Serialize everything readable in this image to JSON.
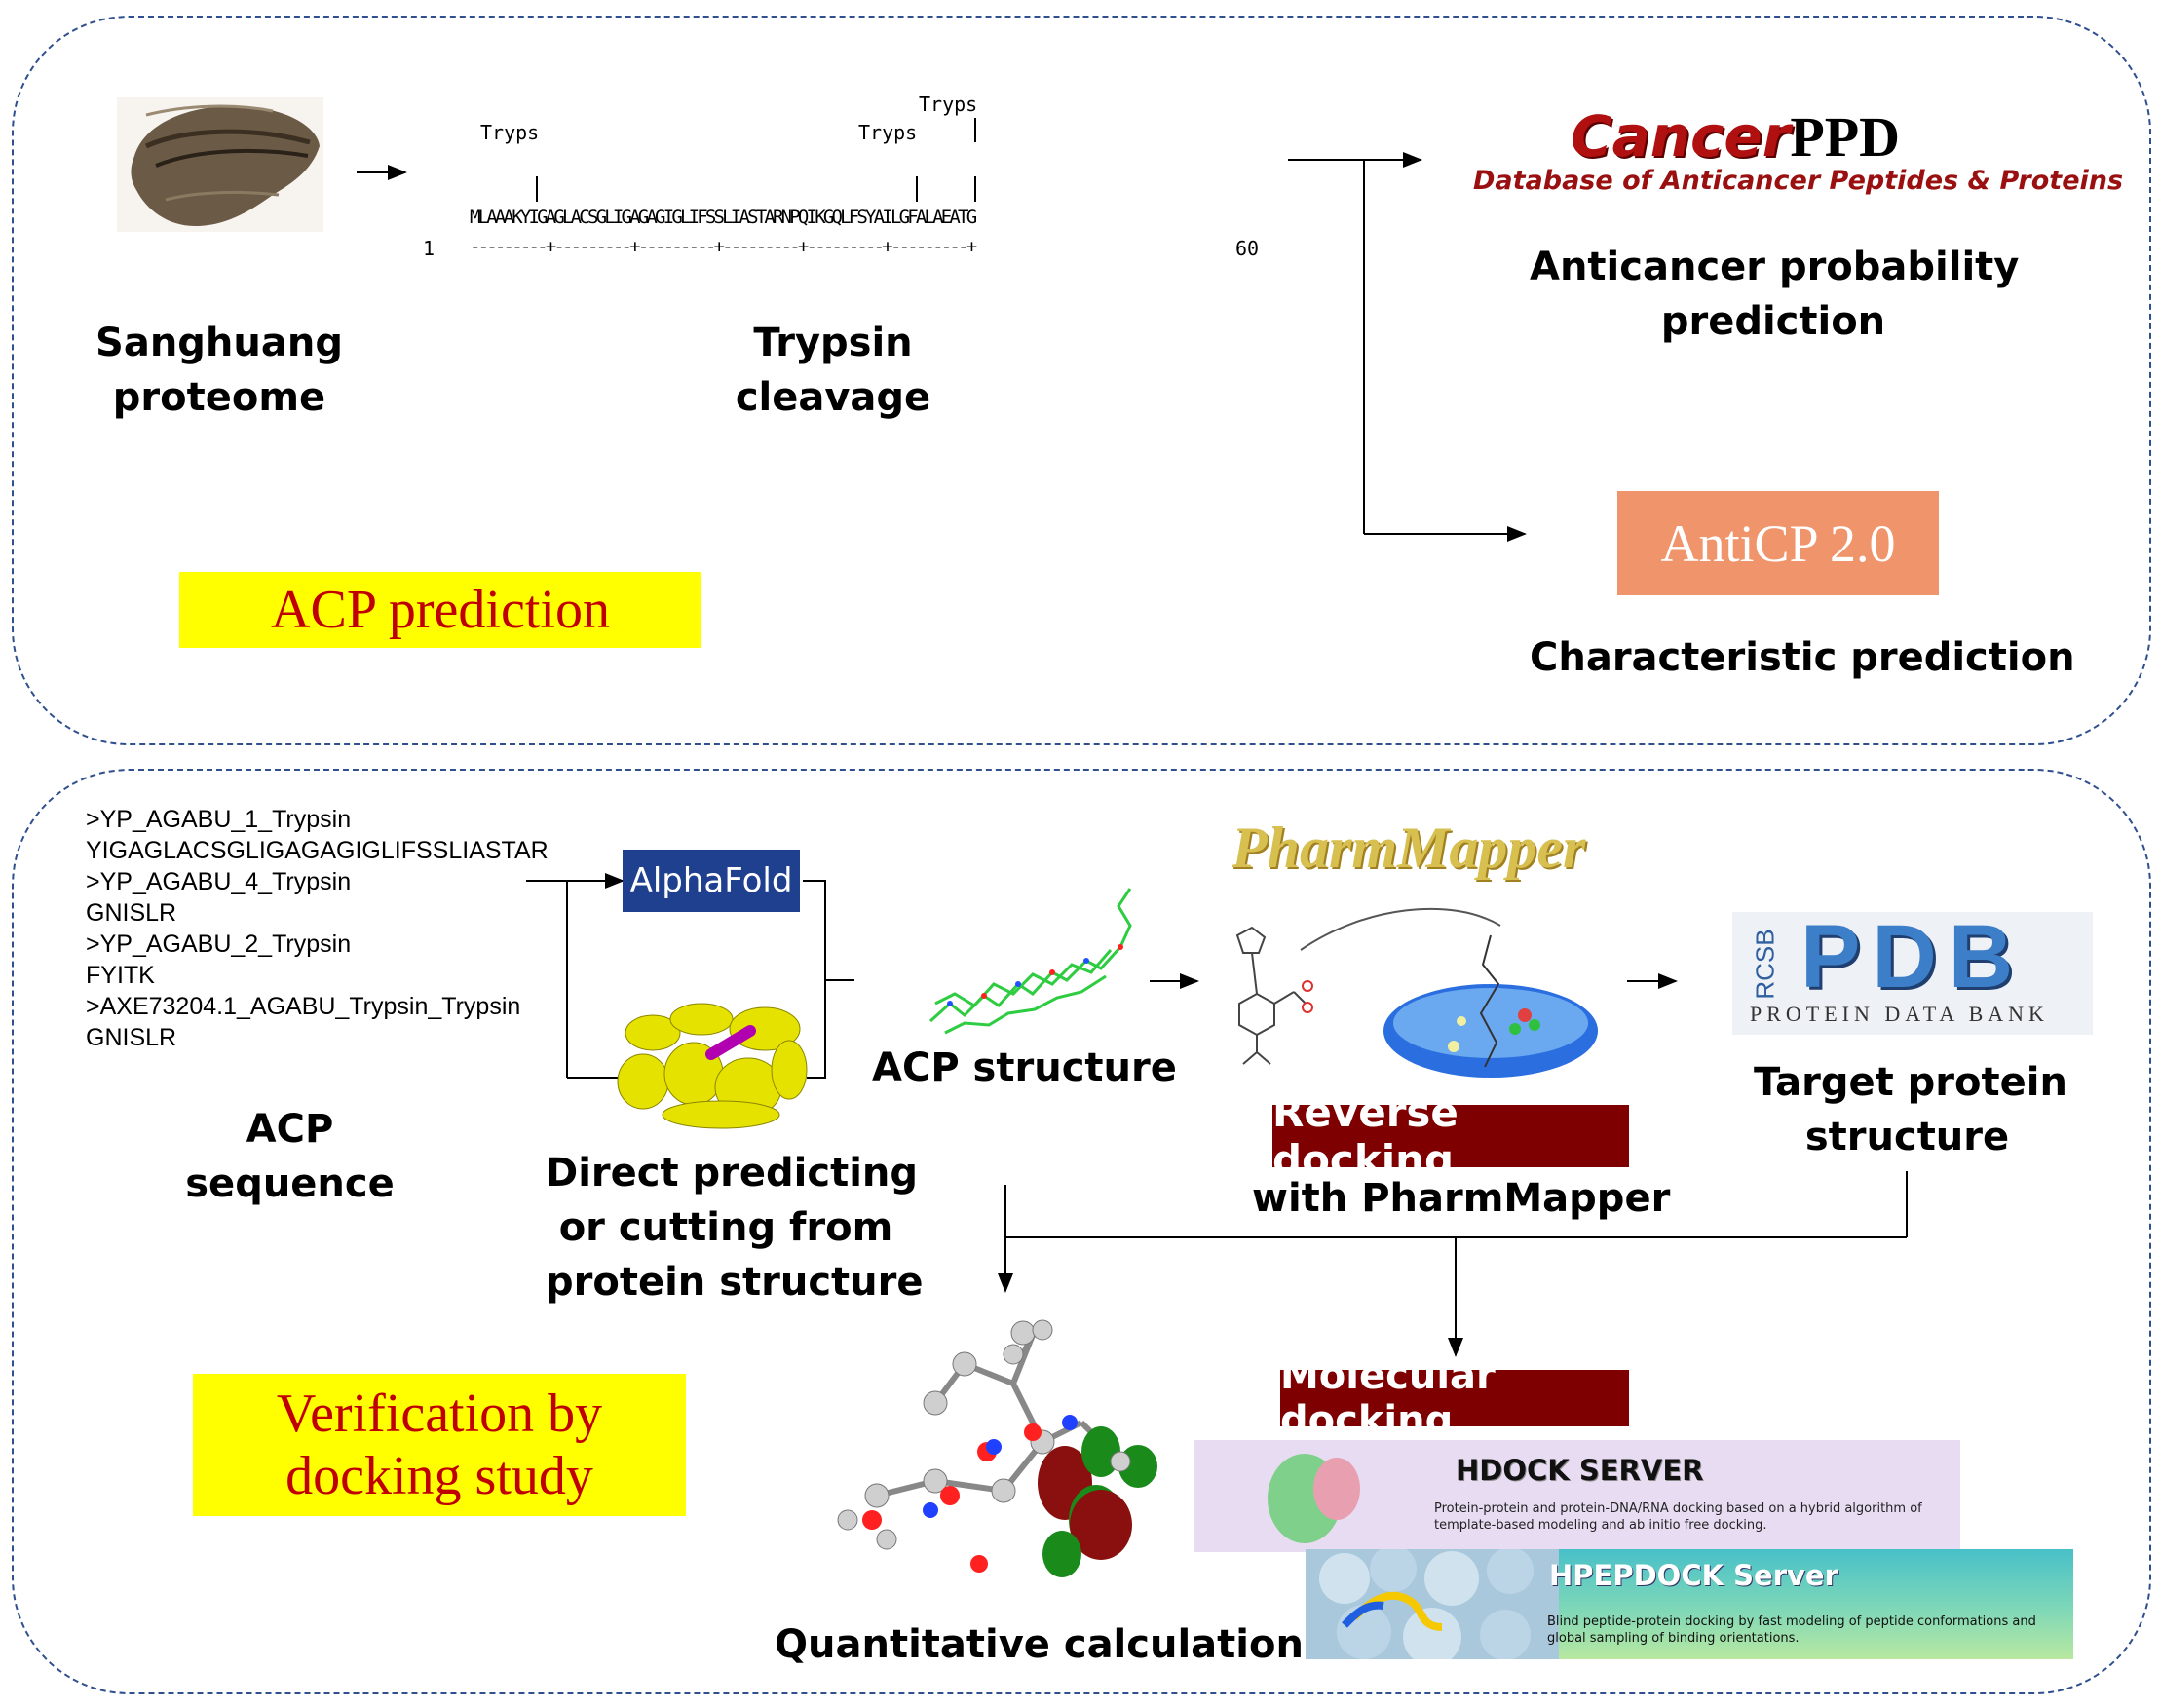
{
  "top": {
    "sanghuang_label": "Sanghuang\nproteome",
    "trypsin_label": "Trypsin\ncleavage",
    "tryps_1": "Tryps",
    "tryps_2": "Tryps",
    "tryps_3": "Tryps",
    "sequence": "MLAAAKYIGAGLACSGLIGAGAGIGLIFSSLIASTARNPQIKGQLFSYAILGFALAEATG",
    "ruler": "---------+---------+---------+---------+---------+---------+",
    "pos_start": "1",
    "pos_end": "60",
    "cancerppd_logo_a": "Cancer",
    "cancerppd_logo_b": "PPD",
    "cancerppd_subtitle": "Database of Anticancer Peptides & Proteins",
    "anticancer_label": "Anticancer probability\nprediction",
    "anticp_logo": "AntiCP 2.0",
    "characteristic_label": "Characteristic prediction",
    "acp_prediction": "ACP prediction"
  },
  "bottom": {
    "seq_lines": [
      ">YP_AGABU_1_Trypsin",
      "YIGAGLACSGLIGAGAGIGLIFSSLIASTAR",
      ">YP_AGABU_4_Trypsin",
      "GNISLR",
      ">YP_AGABU_2_Trypsin",
      "FYITK",
      ">AXE73204.1_AGABU_Trypsin_Trypsin",
      "GNISLR"
    ],
    "acp_sequence_label": "ACP\nsequence",
    "alphafold_logo": "AlphaFold",
    "direct_label": "Direct predicting\nor cutting from\nprotein structure",
    "acp_structure_label": "ACP structure",
    "pharmmapper_logo": "PharmMapper",
    "reverse_docking": "Reverse docking",
    "with_pharmmapper": "with PharmMapper",
    "pdb_logo_side": "RCSB",
    "pdb_logo": "PDB",
    "pdb_sub": "PROTEIN DATA BANK",
    "target_label": "Target protein\nstructure",
    "verification": "Verification by\ndocking study",
    "molecular_docking": "Molecular docking",
    "hdock_title": "HDOCK SERVER",
    "hdock_desc": "Protein-protein and protein-DNA/RNA docking based on a hybrid algorithm of\ntemplate-based modeling and ab initio free docking.",
    "hpepdock_title": "HPEPDOCK Server",
    "hpepdock_desc": "Blind peptide-protein docking by fast modeling of peptide conformations and\nglobal sampling of binding orientations.",
    "quantitative_label": "Quantitative calculation"
  },
  "colors": {
    "panel_border": "#2f4f8f",
    "highlight_yellow": "#ffff00",
    "highlight_text": "#c00000",
    "dark_red_tag": "#7f0000",
    "anticp_bg": "#f0956b",
    "alphafold_bg": "#1f3f8f",
    "cancer_red": "#b01010"
  }
}
